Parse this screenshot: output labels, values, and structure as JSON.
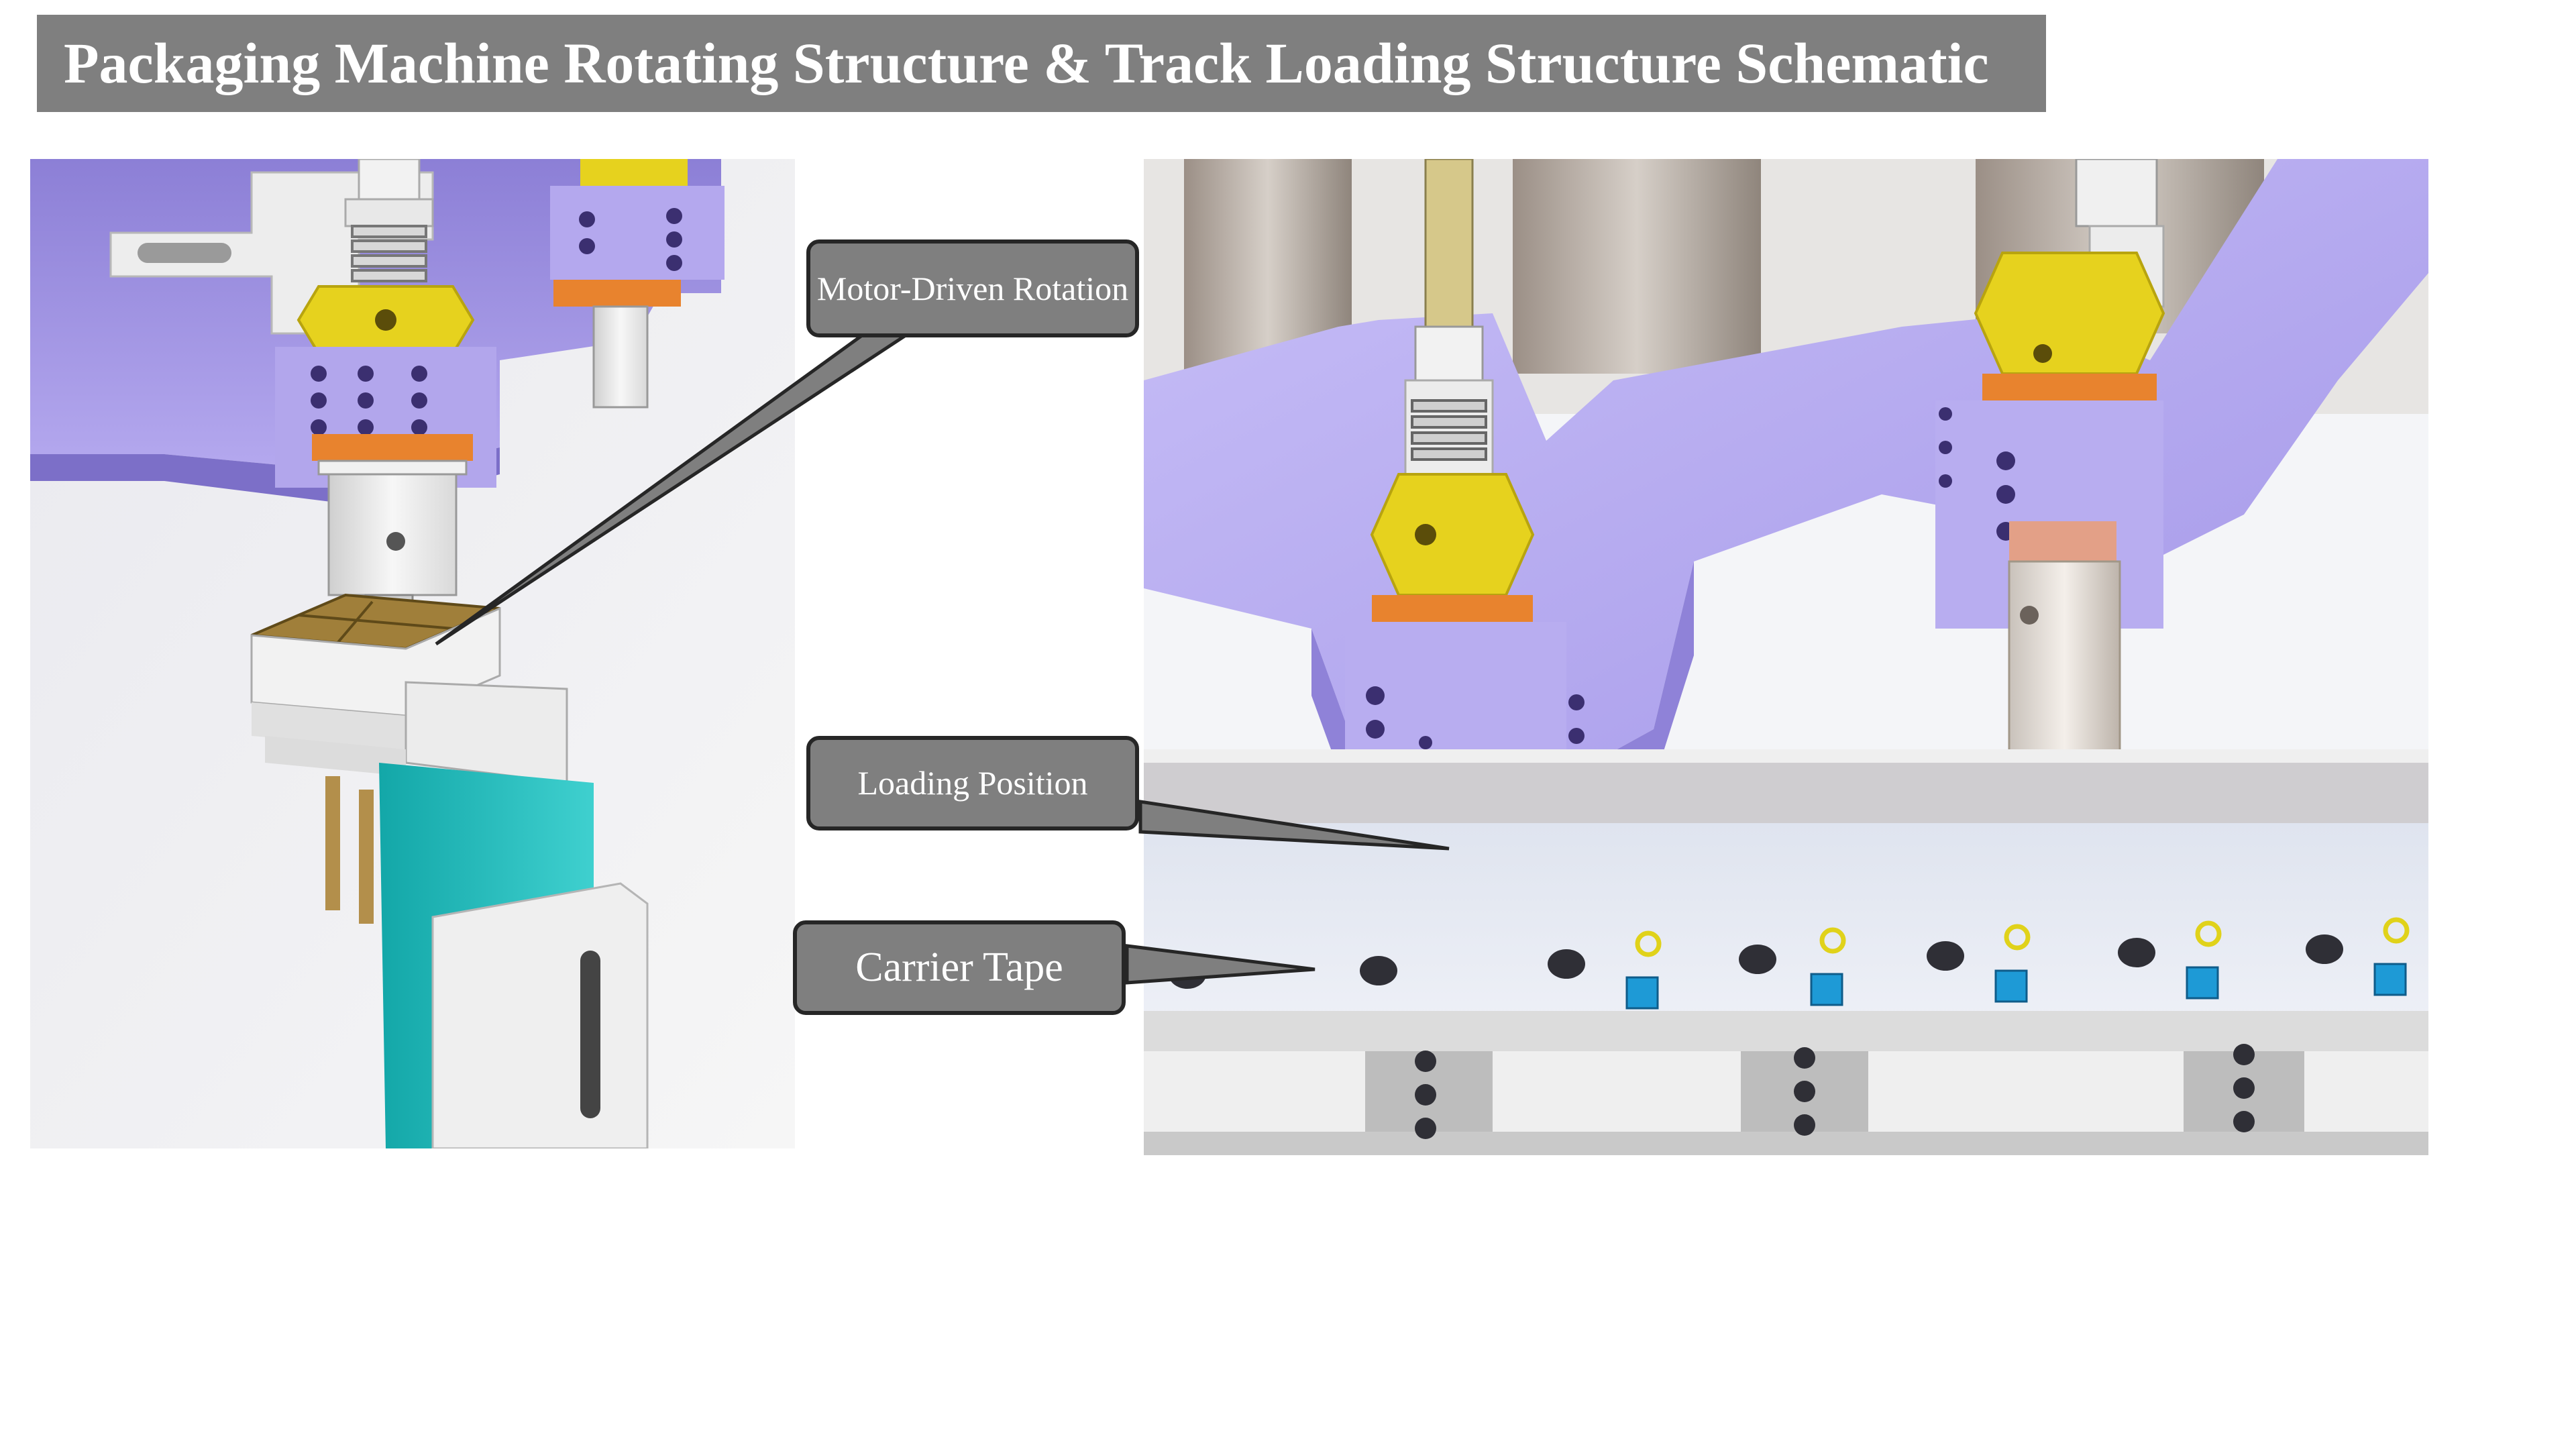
{
  "title": "Packaging Machine Rotating Structure & Track Loading Structure Schematic",
  "callouts": {
    "motor": "Motor-Driven Rotation",
    "loading": "Loading Position",
    "carrier": "Carrier Tape"
  },
  "colors": {
    "title_bg": "#7f7f7f",
    "callout_bg": "#7f7f7f",
    "turret_purple": "#a899e6",
    "nut_yellow": "#e6d21e",
    "collar_orange": "#e8832e",
    "teal_block": "#1fb5b5",
    "component_blue": "#1e9ad6"
  },
  "icons": [
    "rotating-turret",
    "suction-nozzle",
    "carrier-tape-track"
  ]
}
